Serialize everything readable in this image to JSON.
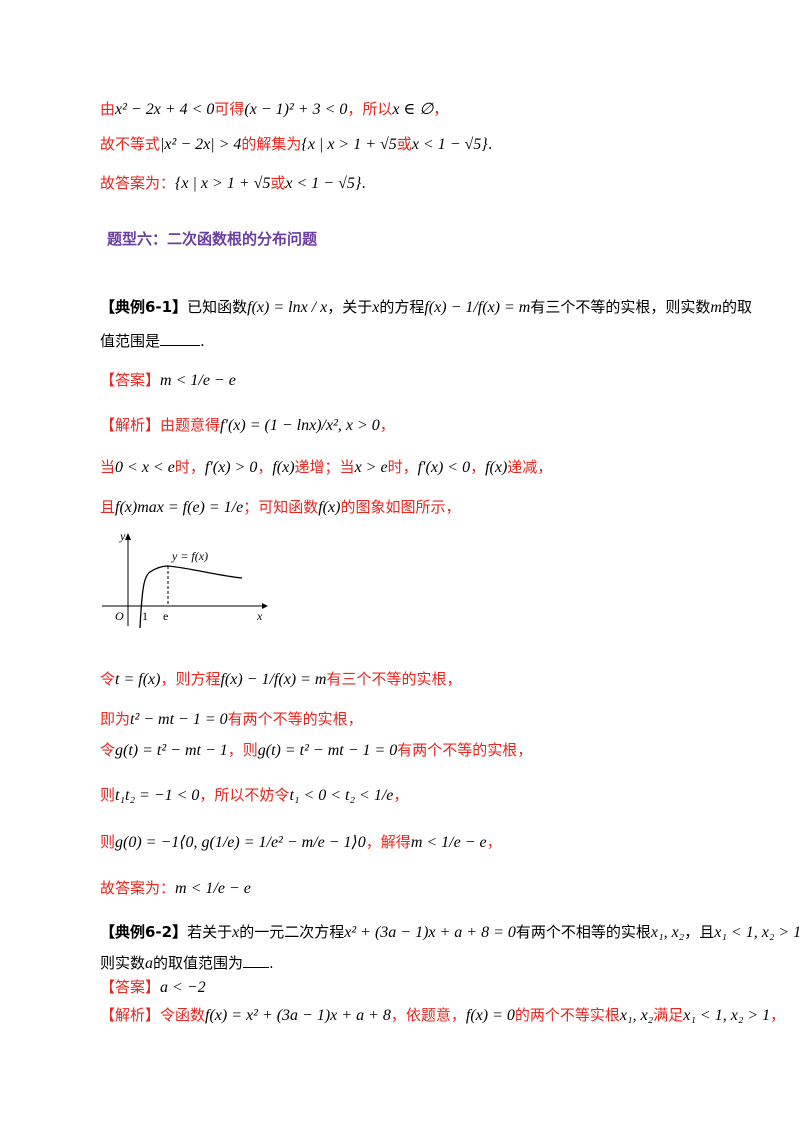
{
  "lines": {
    "l1": {
      "pre": "由",
      "m1": "x² − 2x + 4 < 0",
      "mid": "可得",
      "m2": "(x − 1)² + 3 < 0",
      "post": "，所以",
      "m3": "x ∈ ∅",
      "end": "，"
    },
    "l2": {
      "pre": "故不等式",
      "m1": "|x² − 2x| > 4",
      "mid": "的解集为",
      "m2": "{x | x > 1 + √5",
      "or": "或",
      "m3": "x < 1 − √5}",
      "end": "."
    },
    "l3": {
      "pre": "故答案为：",
      "m1": "{x | x > 1 + √5",
      "or": "或",
      "m2": "x < 1 − √5}",
      "end": "."
    }
  },
  "section_title": "题型六：二次函数根的分布问题",
  "ex61": {
    "tag": "【典例6-1】",
    "t1": "已知函数",
    "m1": "f(x) = lnx / x",
    "t2": "，关于",
    "m2": "x",
    "t3": "的方程",
    "m3": "f(x) − 1/f(x) = m",
    "t4": "有三个不等的实根，则实数",
    "m4": "m",
    "t5": "的取",
    "t6": "值范围是",
    "t7": ".",
    "ans_tag": "【答案】",
    "ans": "m < 1/e − e",
    "sol_tag": "【解析】",
    "s1": "由题意得",
    "s1m": "f′(x) = (1 − lnx)/x², x > 0",
    "s1e": "，",
    "s2a": "当",
    "s2m1": "0 < x < e",
    "s2b": "时，",
    "s2m2": "f′(x) > 0",
    "s2c": "，",
    "s2m3": "f(x)",
    "s2d": "递增；当",
    "s2m4": "x > e",
    "s2e": "时，",
    "s2m5": "f′(x) < 0",
    "s2f": "，",
    "s2m6": "f(x)",
    "s2g": "递减，",
    "s3a": "且",
    "s3m": "f(x)max = f(e) = 1/e",
    "s3b": "；可知函数",
    "s3m2": "f(x)",
    "s3c": "的图象如图所示，",
    "graph": {
      "y": "y",
      "x": "x",
      "o": "O",
      "one": "1",
      "e": "e",
      "curve": "y = f(x)"
    },
    "s4a": "令",
    "s4m": "t = f(x)",
    "s4b": "，则方程",
    "s4m2": "f(x) − 1/f(x) = m",
    "s4c": "有三个不等的实根，",
    "s5a": "即为",
    "s5m": "t² − mt − 1 = 0",
    "s5b": "有两个不等的实根，",
    "s6a": "令",
    "s6m": "g(t) = t² − mt − 1",
    "s6b": "，则",
    "s6m2": "g(t) = t² − mt − 1 = 0",
    "s6c": "有两个不等的实根，",
    "s7a": "则",
    "s7m": "t₁t₂ = −1 < 0",
    "s7b": "，所以不妨令",
    "s7m2": "t₁ < 0 < t₂ < 1/e",
    "s7c": "，",
    "s8a": "则",
    "s8m": "g(0) = −1⟨0, g(1/e) = 1/e² − m/e − 1⟩0",
    "s8b": "，解得",
    "s8m2": "m < 1/e − e",
    "s8c": "，",
    "fin": "故答案为：",
    "finm": "m < 1/e − e"
  },
  "ex62": {
    "tag": "【典例6-2】",
    "t1": "若关于",
    "m1": "x",
    "t2": "的一元二次方程",
    "m2": "x² + (3a − 1)x + a + 8 = 0",
    "t3": "有两个不相等的实根",
    "m3": "x₁, x₂",
    "t4": "，且",
    "m4": "x₁ < 1, x₂ > 1",
    "t5": ".",
    "t6": "则实数",
    "m5": "a",
    "t7": "的取值范围为",
    "t8": ".",
    "ans_tag": "【答案】",
    "ans": "a < −2",
    "sol_tag": "【解析】",
    "s1": "令函数",
    "s1m": "f(x) = x² + (3a − 1)x + a + 8",
    "s1b": "，依题意，",
    "s1m2": "f(x) = 0",
    "s1c": "的两个不等实根",
    "s1m3": "x₁, x₂",
    "s1d": "满足",
    "s1m4": "x₁ < 1, x₂ > 1",
    "s1e": "，"
  }
}
